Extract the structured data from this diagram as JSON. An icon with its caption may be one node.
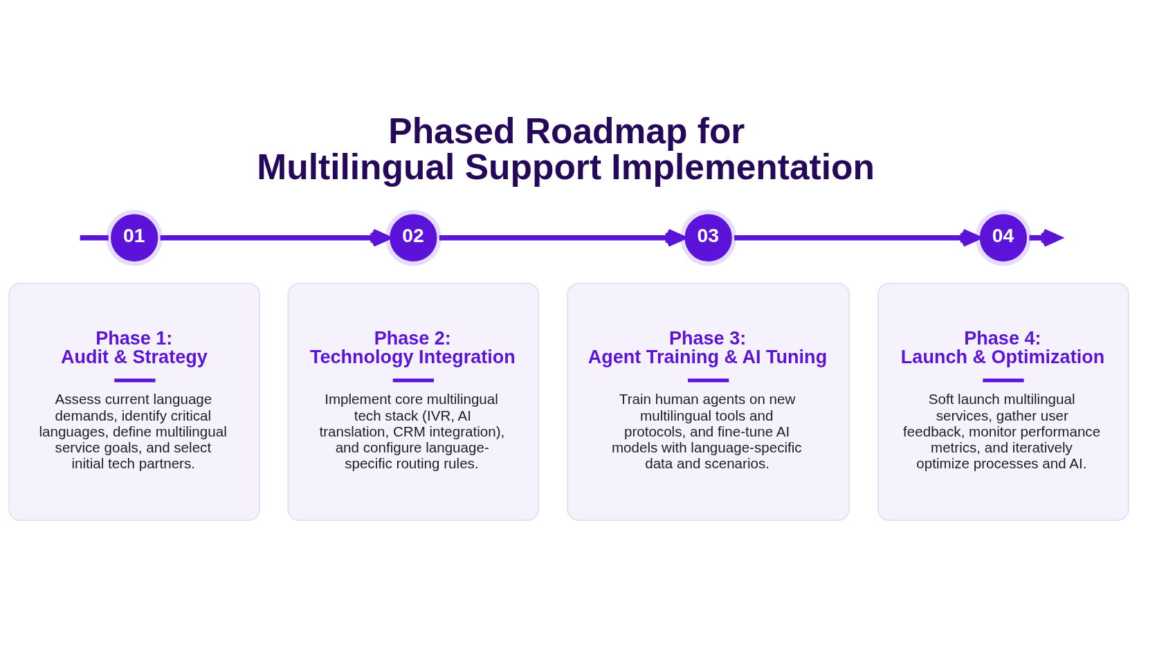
{
  "diagram": {
    "title": "Phased Roadmap for Multilingual Support Implementation",
    "nodes": [
      {
        "text": [
          "01"
        ]
      },
      {
        "text": [
          "02"
        ]
      },
      {
        "text": [
          "03"
        ]
      },
      {
        "text": [
          "04"
        ]
      },
      {
        "text": [
          "Phase 1: Audit & Strategy",
          "Assess current language demands, identify critical languages, define multilingual service goals, and select initial tech partners."
        ]
      },
      {
        "text": [
          "Phase 2: Technology Integration",
          "Implement core multilingual tech stack (IVR, AI translation, CRM integration), and configure language-specific routing rules."
        ]
      },
      {
        "text": [
          "Phase 3: Agent Training & AI Tuning",
          "Train human agents on new multilingual tools and protocols, and fine-tune AI models with language-specific data and scenarios."
        ]
      },
      {
        "text": [
          "Phase 4: Launch & Optimization",
          "Soft launch multilingual services, gather user feedback, monitor performance metrics, and iteratively optimize processes and AI."
        ]
      }
    ],
    "edges": [
      {
        "from": null,
        "to": 0,
        "arrow": "none"
      },
      {
        "from": 0,
        "to": 1,
        "arrow": "to"
      },
      {
        "from": 1,
        "to": 2,
        "arrow": "to"
      },
      {
        "from": 2,
        "to": 3,
        "arrow": "to"
      },
      {
        "from": 3,
        "to": null,
        "arrow": "to"
      }
    ]
  }
}
